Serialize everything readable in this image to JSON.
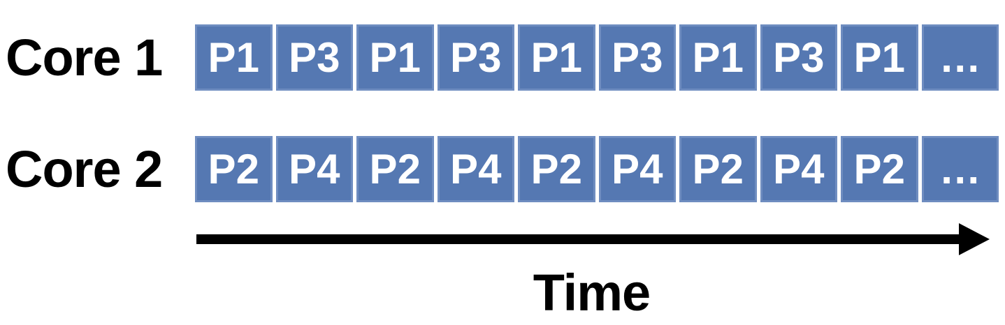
{
  "diagram": {
    "rows": [
      {
        "label": "Core 1",
        "cells": [
          "P1",
          "P3",
          "P1",
          "P3",
          "P1",
          "P3",
          "P1",
          "P3",
          "P1",
          "…"
        ]
      },
      {
        "label": "Core 2",
        "cells": [
          "P2",
          "P4",
          "P2",
          "P4",
          "P2",
          "P4",
          "P2",
          "P4",
          "P2",
          "…"
        ]
      }
    ],
    "axis_label": "Time",
    "colors": {
      "background": "#FFFFFF",
      "cell_fill": "#5578B2",
      "cell_border": "#6F8DC0",
      "cell_text": "#FFFFFF",
      "label_text": "#000000",
      "arrow": "#000000"
    }
  }
}
